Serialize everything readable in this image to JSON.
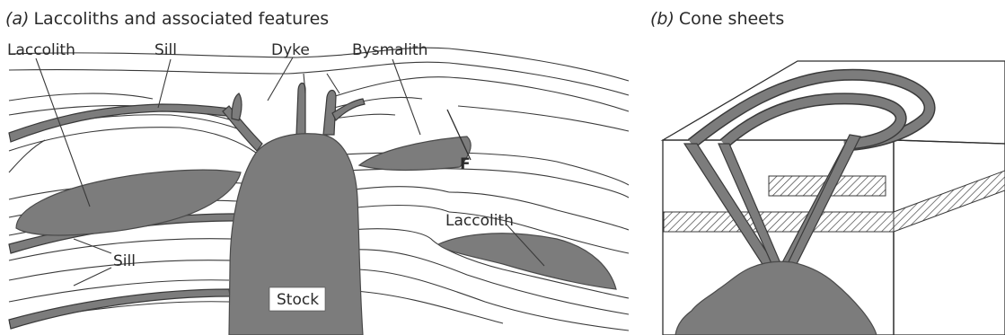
{
  "panel_a": {
    "title_tag": "(a)",
    "title": "Laccoliths and associated features",
    "labels": {
      "laccolith_top": "Laccolith",
      "sill_top": "Sill",
      "dyke": "Dyke",
      "bysmalith": "Bysmalith",
      "fault": "F",
      "laccolith_right": "Laccolith",
      "sill_bottom": "Sill",
      "stock": "Stock"
    }
  },
  "panel_b": {
    "title_tag": "(b)",
    "title": "Cone sheets"
  },
  "colors": {
    "intrusion_fill": "#7c7c7c",
    "line": "#3a3a3a",
    "background": "#ffffff"
  }
}
